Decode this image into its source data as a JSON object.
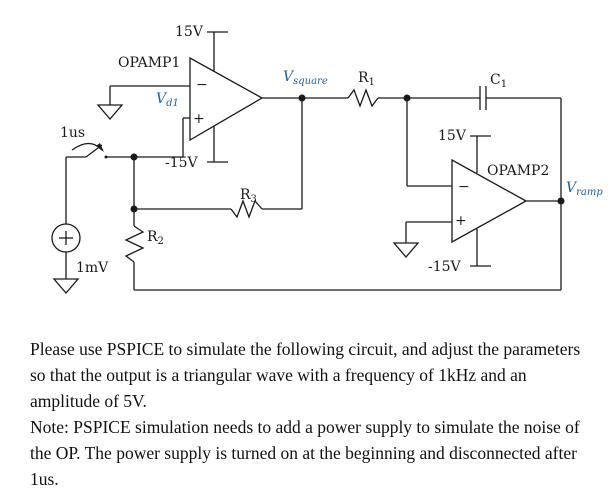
{
  "circuit": {
    "opamp1_label": "OPAMP1",
    "opamp2_label": "OPAMP2",
    "opamp1_vpos": "15V",
    "opamp1_vneg": "-15V",
    "opamp2_vpos": "15V",
    "opamp2_vneg": "-15V",
    "vd1_main": "V",
    "vd1_sub": "d1",
    "vsquare_main": "V",
    "vsquare_sub": "square",
    "vramp_main": "V",
    "vramp_sub": "ramp",
    "r1_main": "R",
    "r1_sub": "1",
    "r2_main": "R",
    "r2_sub": "2",
    "r3_main": "R",
    "r3_sub": "3",
    "c1_main": "C",
    "c1_sub": "1",
    "switch_time": "1us",
    "source_value": "1mV",
    "plus_sign": "+",
    "minus_sign": "−"
  },
  "note": {
    "line1": "Please use PSPICE to simulate the following circuit, and adjust the parameters so that the output is a triangular wave with a frequency of 1kHz and an amplitude of 5V.",
    "line2": "Note: PSPICE simulation needs to add a power supply to simulate the noise of the OP. The power supply is turned on at the beginning and disconnected after 1us."
  }
}
